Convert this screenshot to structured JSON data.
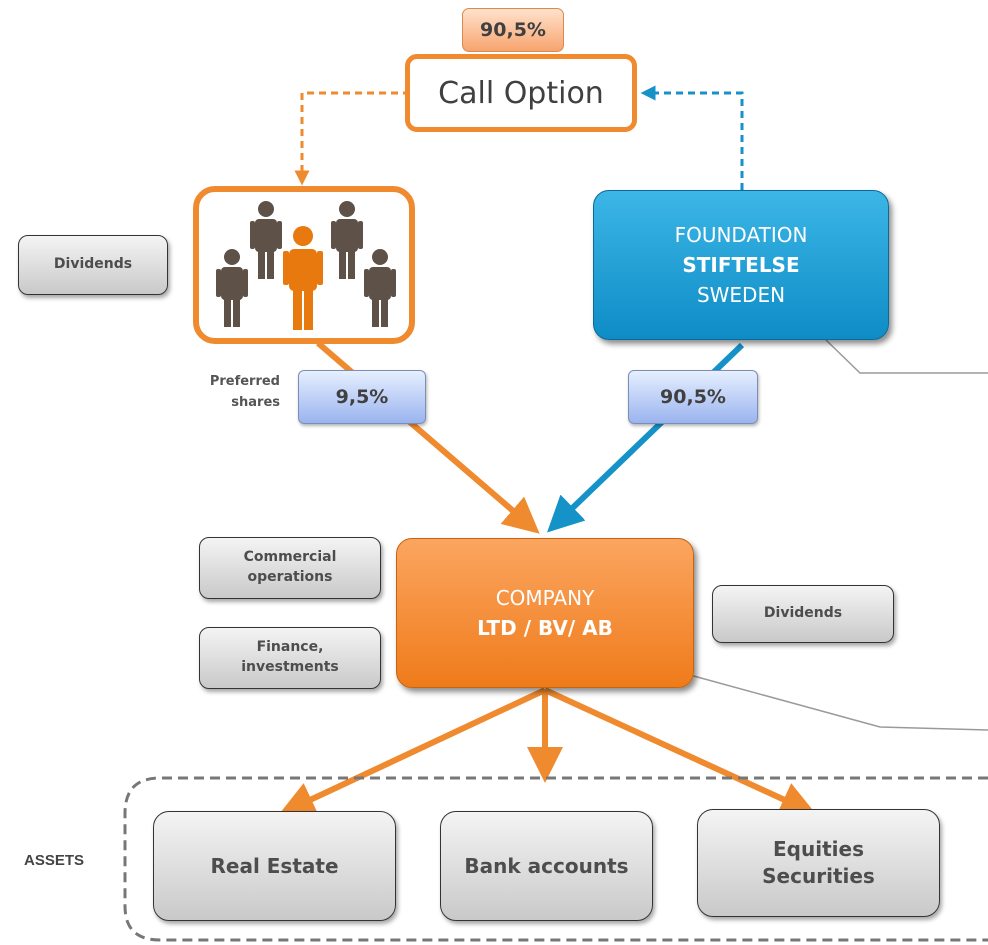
{
  "call_option": {
    "percent": "90,5%",
    "label": "Call Option"
  },
  "people": {
    "icon": "people-group-icon"
  },
  "dividends_left": "Dividends",
  "preferred_shares": [
    "Preferred",
    "shares"
  ],
  "pct_left": "9,5%",
  "pct_right": "90,5%",
  "foundation": {
    "line1": "FOUNDATION",
    "line2": "STIFTELSE",
    "line3": "SWEDEN"
  },
  "company": {
    "line1": "COMPANY",
    "line2": "LTD / BV/ AB"
  },
  "commercial": [
    "Commercial",
    "operations"
  ],
  "finance": [
    "Finance,",
    "investments"
  ],
  "dividends_right": "Dividends",
  "assets": {
    "label": "ASSETS",
    "real_estate": "Real Estate",
    "bank_accounts": "Bank accounts",
    "equities": [
      "Equities",
      "Securities"
    ]
  },
  "colors": {
    "orange": "#f08a2e",
    "blue": "#1592c8",
    "gray_dash": "#777777"
  }
}
